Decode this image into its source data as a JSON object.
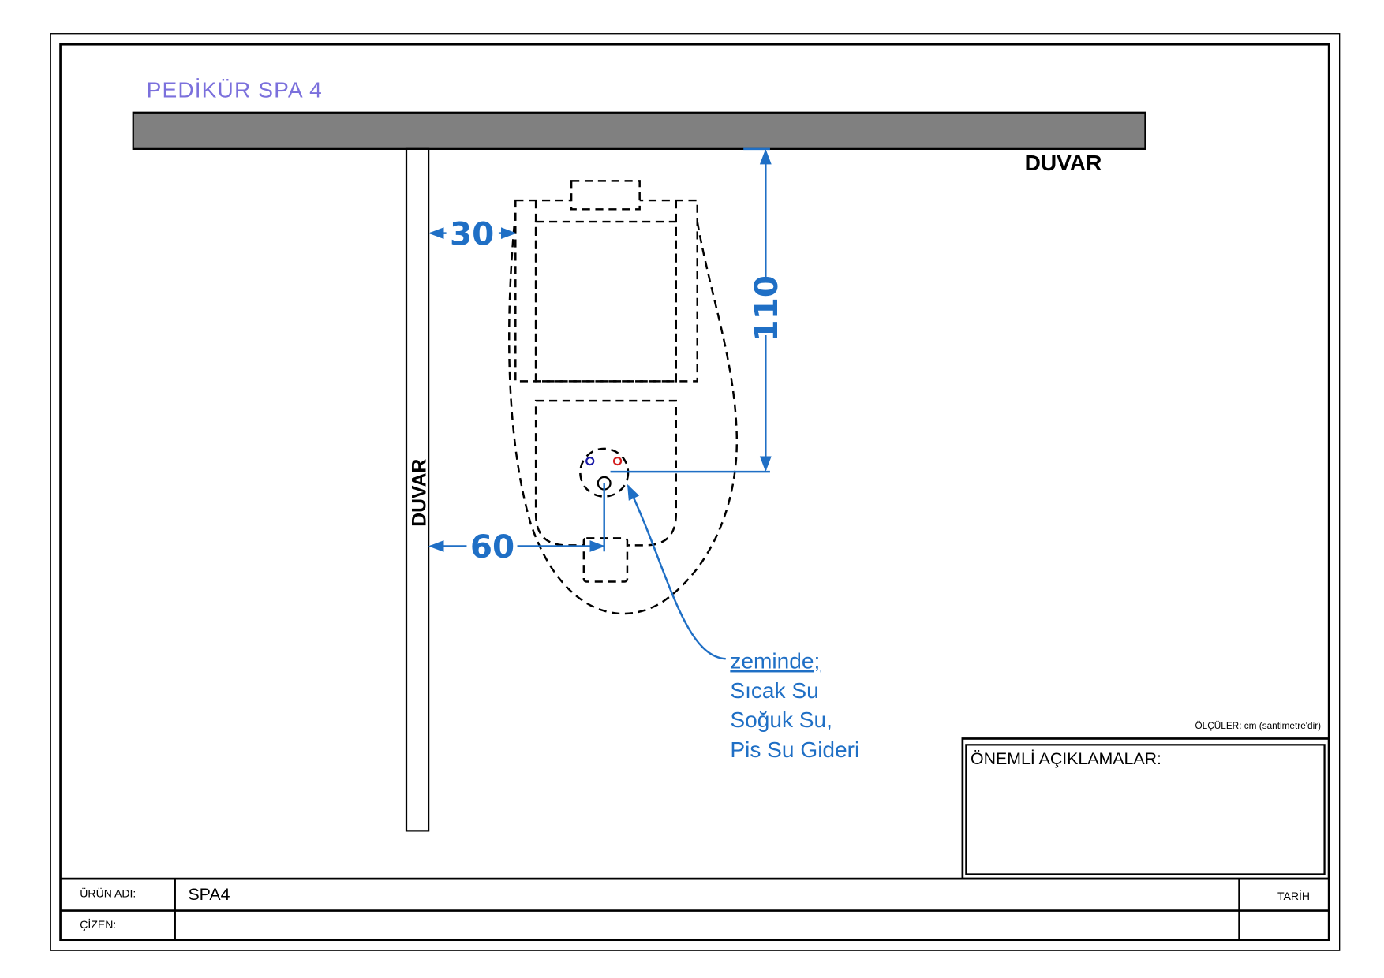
{
  "title": "PEDİKÜR SPA 4",
  "walls": {
    "top_label": "DUVAR",
    "side_label": "DUVAR"
  },
  "dimensions": {
    "from_side_wall_top": "30",
    "from_side_wall_drain": "60",
    "from_top_wall": "110"
  },
  "annotation": {
    "heading": "zeminde;",
    "lines": [
      "Sıcak Su",
      "Soğuk Su,",
      "Pis Su Gideri"
    ]
  },
  "units_note": "ÖLÇÜLER: cm (santimetre'dir)",
  "notes_box": {
    "label": "ÖNEMLİ AÇIKLAMALAR:"
  },
  "title_block": {
    "product_label": "ÜRÜN ADI:",
    "product_value": "SPA4",
    "drawn_by_label": "ÇİZEN:",
    "date_label": "TARİH"
  },
  "colors": {
    "title": "#7b70dc",
    "dimension": "#1f6fc5",
    "wall": "#808080",
    "hot": "#d42020",
    "cold": "#1a1aa8"
  }
}
